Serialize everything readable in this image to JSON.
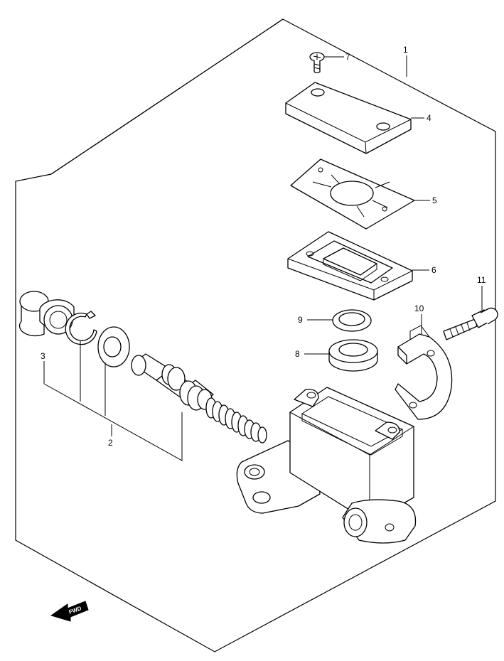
{
  "callouts": {
    "c1": "1",
    "c2": "2",
    "c3": "3",
    "c4": "4",
    "c5": "5",
    "c6": "6",
    "c7": "7",
    "c8": "8",
    "c9": "9",
    "c10": "10",
    "c11": "11"
  },
  "fwd_label": "FWD",
  "icons": {
    "fwd_arrow": "forward-arrow-icon"
  },
  "colors": {
    "line": "#000000",
    "background": "#ffffff"
  }
}
